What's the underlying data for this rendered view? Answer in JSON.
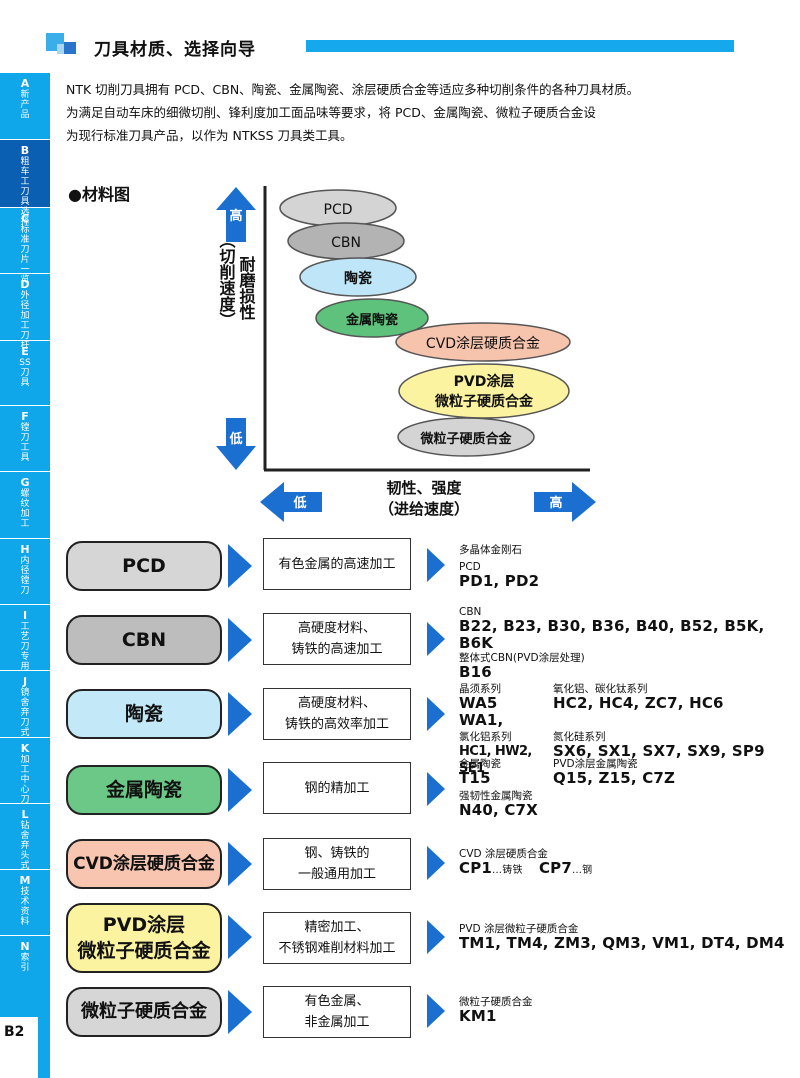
{
  "header": {
    "title": "刀具材质、选择向导"
  },
  "intro": {
    "lines": [
      "NTK 切削刀具拥有 PCD、CBN、陶瓷、金属陶瓷、涂层硬质合金等适应多种切削条件的各种刀具材质。",
      "为满足自动车床的细微切削、锋利度加工面品味等要求，将 PCD、金属陶瓷、微粒子硬质合金设",
      "为现行标准刀具产品，以作为 NTKSS 刀具类工具。"
    ]
  },
  "section_title": "●材料图",
  "chart": {
    "y_high": "高",
    "y_low": "低",
    "y_label_col1": "（切削速度）",
    "y_label_col2": "耐磨损性",
    "x_label_1": "韧性、强度",
    "x_label_2": "（进给速度）",
    "x_low": "低",
    "x_high": "高",
    "materials": [
      {
        "name": "PCD",
        "color": "#d4d4d4"
      },
      {
        "name": "CBN",
        "color": "#b3b3b3"
      },
      {
        "name": "陶瓷",
        "color": "#bfe6f8"
      },
      {
        "name": "金属陶瓷",
        "color": "#5fc27c"
      },
      {
        "name": "CVD涂层硬质合金",
        "color": "#f6c3ad"
      },
      {
        "name_line1": "PVD涂层",
        "name_line2": "微粒子硬质合金",
        "color": "#fbf39f"
      },
      {
        "name": "微粒子硬质合金",
        "color": "#d4d4d4"
      }
    ]
  },
  "guide": [
    {
      "material": "PCD",
      "color": "#d6d6d6",
      "use": "有色金属的高速加工",
      "grades": {
        "desc1": "多晶体金刚石",
        "desc2": "PCD",
        "codes": "PD1, PD2"
      }
    },
    {
      "material": "CBN",
      "color": "#bdbdbd",
      "use_line1": "高硬度材料、",
      "use_line2": "铸铁的高速加工",
      "grades": {
        "desc1": "CBN",
        "codes1": "B22, B23, B30, B36, B40, B52, B5K, B6K",
        "desc2": "整体式CBN(PVD涂层处理)",
        "codes2": "B16"
      }
    },
    {
      "material": "陶瓷",
      "color": "#c3e8f8",
      "use_line1": "高硬度材料、",
      "use_line2": "铸铁的高效率加工",
      "grades": {
        "desc1": "晶须系列",
        "codes1": "WA5 WA1,",
        "desc2": "氧化铝、碳化钛系列",
        "codes2": "HC2, HC4, ZC7, HC6",
        "desc3": "氯化铝系列",
        "codes3": "HC1, HW2, SE1",
        "desc4": "氮化硅系列",
        "codes4": "SX6, SX1, SX7, SX9, SP9"
      }
    },
    {
      "material": "金属陶瓷",
      "color": "#6cc886",
      "use": "钢的精加工",
      "grades": {
        "desc1": "金属陶瓷",
        "codes1": "T15",
        "desc2": "PVD涂层金属陶瓷",
        "codes2": "Q15, Z15, C7Z",
        "desc3": "强韧性金属陶瓷",
        "codes3": "N40, C7X"
      }
    },
    {
      "material": "CVD涂层硬质合金",
      "color": "#f7c5b0",
      "use_line1": "钢、铸铁的",
      "use_line2": "一般通用加工",
      "grades": {
        "desc1": "CVD 涂层硬质合金",
        "code1": "CP1",
        "note1": "…铸铁",
        "code2": "CP7",
        "note2": "…钢"
      }
    },
    {
      "material_line1": "PVD涂层",
      "material_line2": "微粒子硬质合金",
      "color": "#fbf3a0",
      "use_line1": "精密加工、",
      "use_line2": "不锈钢难削材料加工",
      "grades": {
        "desc1": "PVD 涂层微粒子硬质合金",
        "codes1": "TM1, TM4, ZM3, QM3, VM1, DT4, DM4"
      }
    },
    {
      "material": "微粒子硬质合金",
      "color": "#d6d6d6",
      "use_line1": "有色金属、",
      "use_line2": "非金属加工",
      "grades": {
        "desc1": "微粒子硬质合金",
        "codes1": "KM1"
      }
    }
  ],
  "side_index": [
    {
      "letter": "A",
      "label": "新产品"
    },
    {
      "letter": "B",
      "label": "粗车工刀具选择"
    },
    {
      "letter": "C",
      "label": "标准刀片一览"
    },
    {
      "letter": "D",
      "label": "外径加工刀杆"
    },
    {
      "letter": "E",
      "label": "SS刀具"
    },
    {
      "letter": "F",
      "label": "镗刀工具"
    },
    {
      "letter": "G",
      "label": "螺纹加工"
    },
    {
      "letter": "H",
      "label": "内径镗刀"
    },
    {
      "letter": "I",
      "label": "工艺刀专用"
    },
    {
      "letter": "J",
      "label": "镜舍弃刀式"
    },
    {
      "letter": "K",
      "label": "加工中心刀"
    },
    {
      "letter": "L",
      "label": "钻舍弃头式"
    },
    {
      "letter": "M",
      "label": "技术资料"
    },
    {
      "letter": "N",
      "label": "索引"
    }
  ],
  "page_number": "B2"
}
